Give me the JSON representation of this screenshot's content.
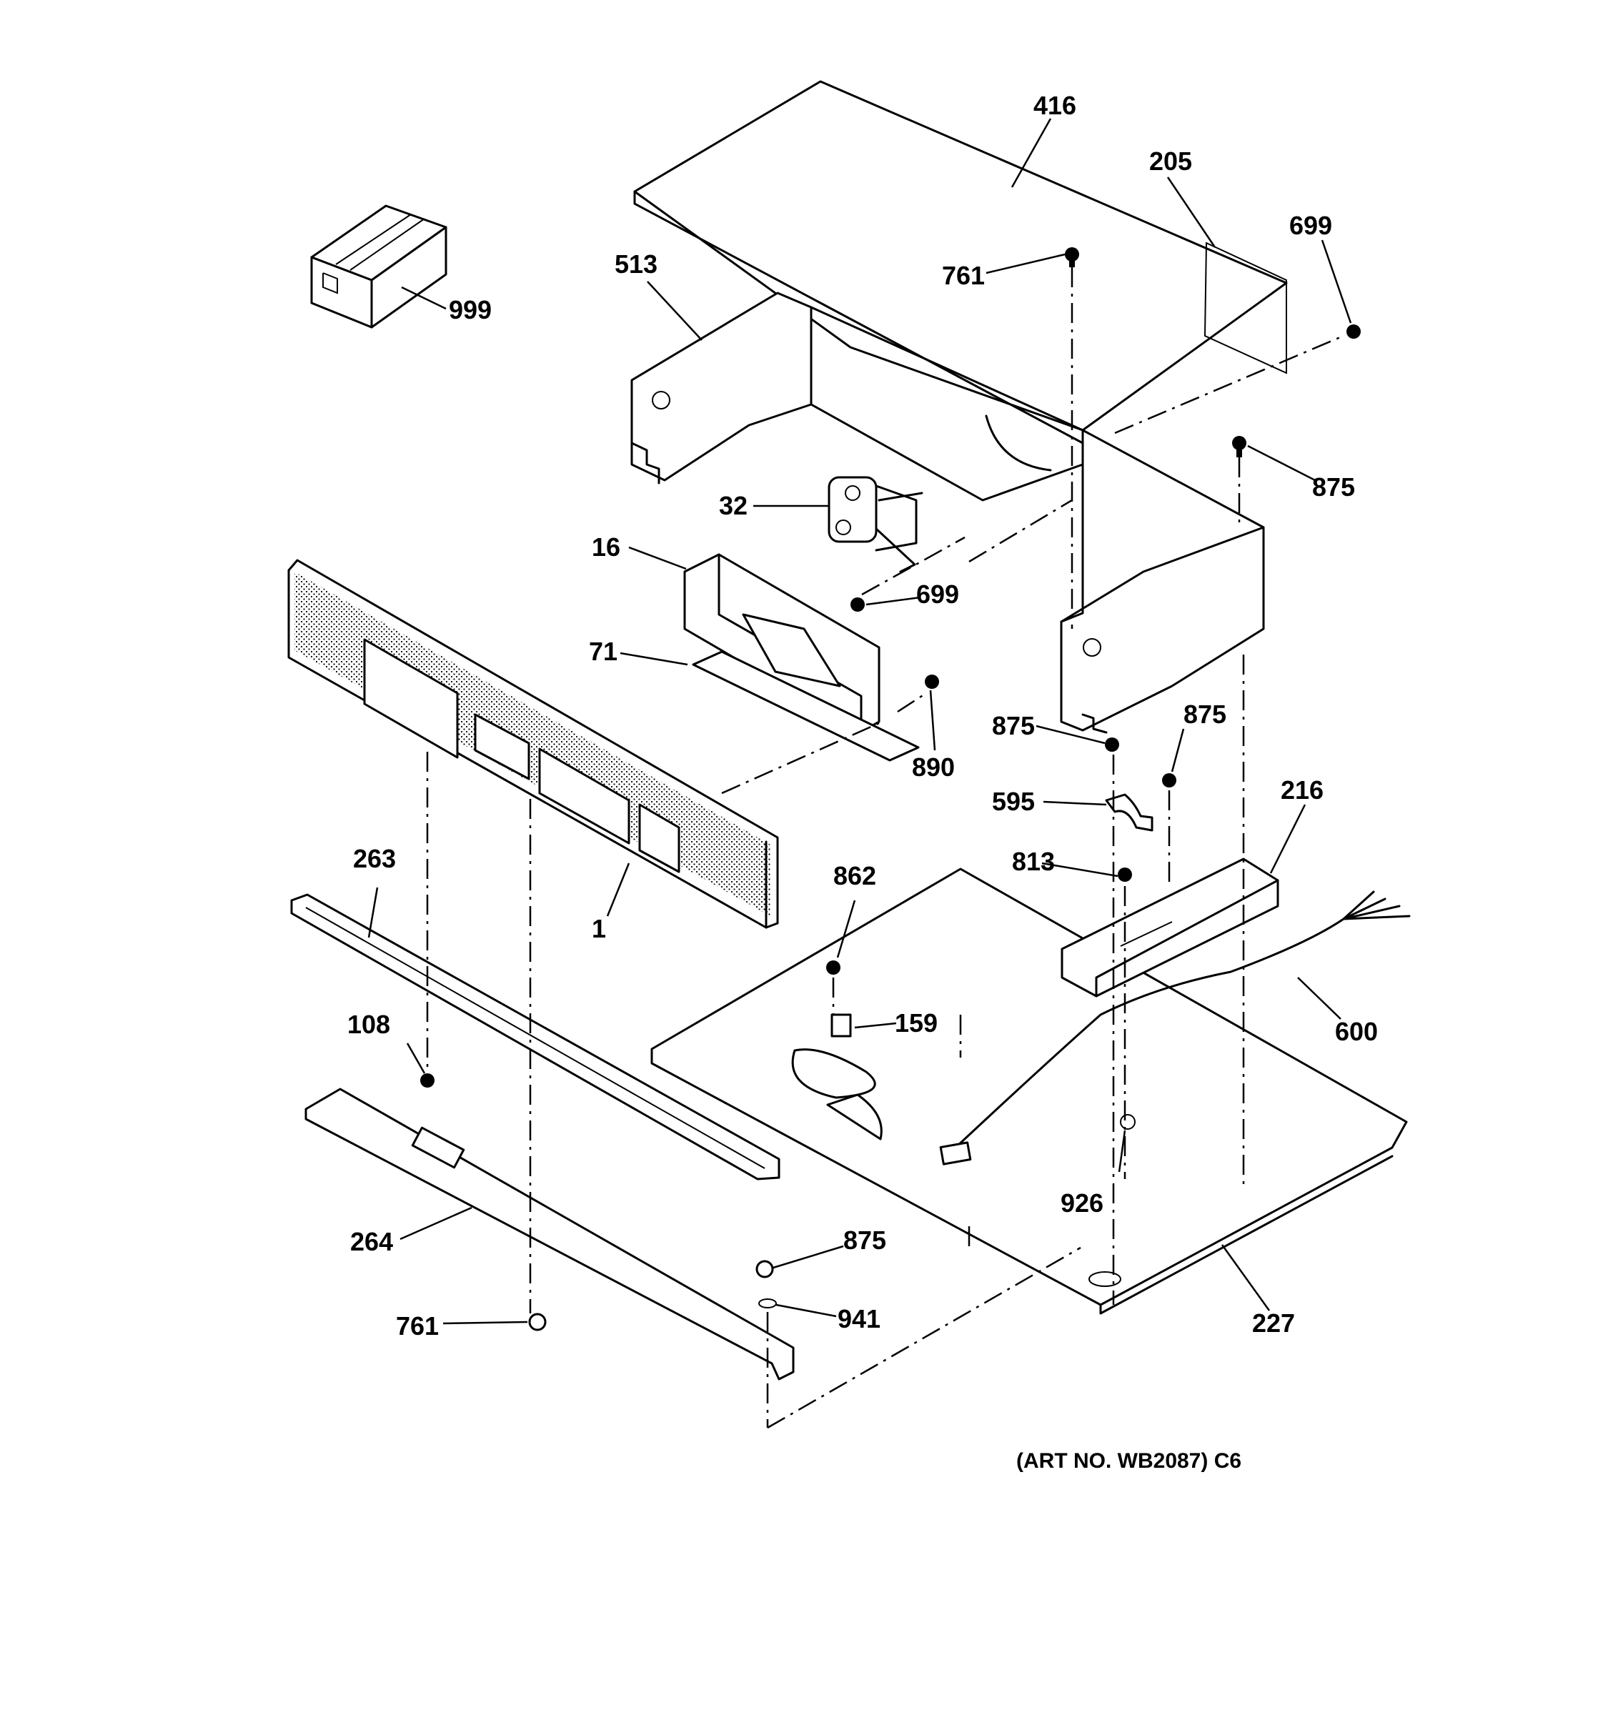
{
  "diagram": {
    "callouts": [
      {
        "label": "416"
      },
      {
        "label": "205"
      },
      {
        "label": "699"
      },
      {
        "label": "513"
      },
      {
        "label": "761"
      },
      {
        "label": "999"
      },
      {
        "label": "875"
      },
      {
        "label": "32"
      },
      {
        "label": "16"
      },
      {
        "label": "699"
      },
      {
        "label": "71"
      },
      {
        "label": "890"
      },
      {
        "label": "875"
      },
      {
        "label": "875"
      },
      {
        "label": "595"
      },
      {
        "label": "216"
      },
      {
        "label": "813"
      },
      {
        "label": "263"
      },
      {
        "label": "862"
      },
      {
        "label": "1"
      },
      {
        "label": "108"
      },
      {
        "label": "159"
      },
      {
        "label": "600"
      },
      {
        "label": "926"
      },
      {
        "label": "264"
      },
      {
        "label": "875"
      },
      {
        "label": "941"
      },
      {
        "label": "761"
      },
      {
        "label": "227"
      }
    ],
    "art_number": "(ART NO. WB2087) C6"
  }
}
